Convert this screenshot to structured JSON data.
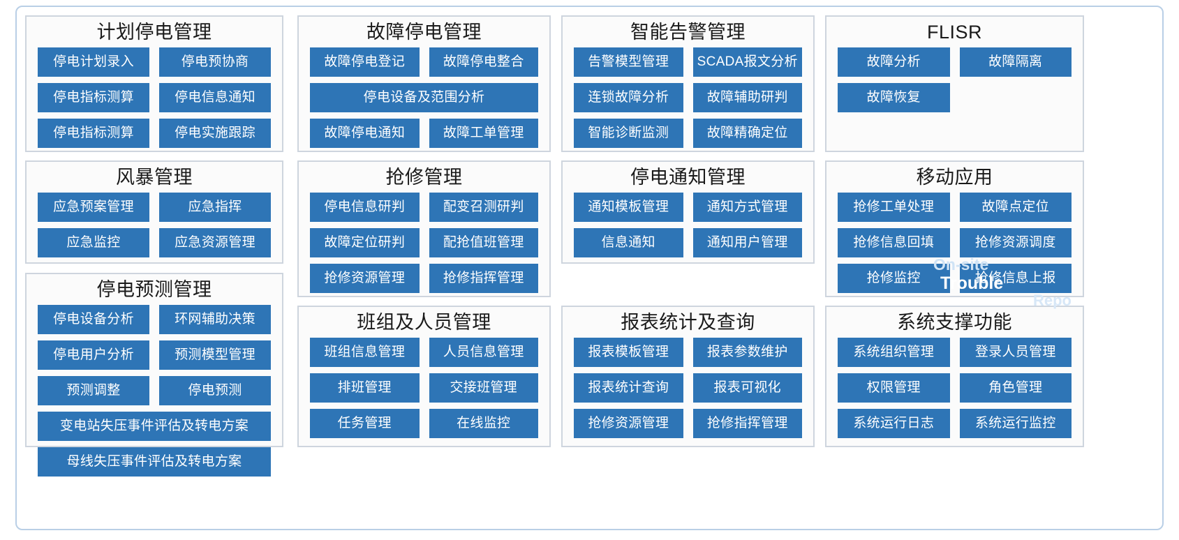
{
  "theme": {
    "frame_border": "#b9cfe6",
    "card_border": "#ced5de",
    "card_background": "#fbfbfb",
    "button_background": "#2e75b6",
    "button_text": "#ffffff",
    "title_text": "#1a1a1a"
  },
  "overlay": {
    "on_site": "On-site",
    "trouble": "Trouble",
    "report": "Repo"
  },
  "cards": {
    "planned_outage": {
      "title": "计划停电管理",
      "buttons": [
        {
          "label": "停电计划录入",
          "width": "half"
        },
        {
          "label": "停电预协商",
          "width": "half"
        },
        {
          "label": "停电指标测算",
          "width": "half"
        },
        {
          "label": "停电信息通知",
          "width": "half"
        },
        {
          "label": "停电指标测算",
          "width": "half"
        },
        {
          "label": "停电实施跟踪",
          "width": "half"
        }
      ]
    },
    "fault_outage": {
      "title": "故障停电管理",
      "buttons": [
        {
          "label": "故障停电登记",
          "width": "half"
        },
        {
          "label": "故障停电整合",
          "width": "half"
        },
        {
          "label": "停电设备及范围分析",
          "width": "full"
        },
        {
          "label": "故障停电通知",
          "width": "half"
        },
        {
          "label": "故障工单管理",
          "width": "half"
        }
      ]
    },
    "smart_alarm": {
      "title": "智能告警管理",
      "buttons": [
        {
          "label": "告警模型管理",
          "width": "half"
        },
        {
          "label": "SCADA报文分析",
          "width": "half"
        },
        {
          "label": "连锁故障分析",
          "width": "half"
        },
        {
          "label": "故障辅助研判",
          "width": "half"
        },
        {
          "label": "智能诊断监测",
          "width": "half"
        },
        {
          "label": "故障精确定位",
          "width": "half"
        }
      ]
    },
    "flisr": {
      "title": "FLISR",
      "buttons": [
        {
          "label": "故障分析",
          "width": "half"
        },
        {
          "label": "故障隔离",
          "width": "half"
        },
        {
          "label": "故障恢复",
          "width": "half"
        }
      ]
    },
    "storm": {
      "title": "风暴管理",
      "buttons": [
        {
          "label": "应急预案管理",
          "width": "half"
        },
        {
          "label": "应急指挥",
          "width": "half"
        },
        {
          "label": "应急监控",
          "width": "half"
        },
        {
          "label": "应急资源管理",
          "width": "half"
        }
      ]
    },
    "emergency_repair": {
      "title": "抢修管理",
      "buttons": [
        {
          "label": "停电信息研判",
          "width": "half"
        },
        {
          "label": "配变召测研判",
          "width": "half"
        },
        {
          "label": "故障定位研判",
          "width": "half"
        },
        {
          "label": "配抢值班管理",
          "width": "half"
        },
        {
          "label": "抢修资源管理",
          "width": "half"
        },
        {
          "label": "抢修指挥管理",
          "width": "half"
        }
      ]
    },
    "outage_notification": {
      "title": "停电通知管理",
      "buttons": [
        {
          "label": "通知模板管理",
          "width": "half"
        },
        {
          "label": "通知方式管理",
          "width": "half"
        },
        {
          "label": "信息通知",
          "width": "half"
        },
        {
          "label": "通知用户管理",
          "width": "half"
        }
      ]
    },
    "mobile_app": {
      "title": "移动应用",
      "buttons": [
        {
          "label": "抢修工单处理",
          "width": "half"
        },
        {
          "label": "故障点定位",
          "width": "half"
        },
        {
          "label": "抢修信息回填",
          "width": "half"
        },
        {
          "label": "抢修资源调度",
          "width": "half"
        },
        {
          "label": "抢修监控",
          "width": "half"
        },
        {
          "label": "抢修信息上报",
          "width": "half"
        }
      ]
    },
    "outage_forecast": {
      "title": "停电预测管理",
      "buttons": [
        {
          "label": "停电设备分析",
          "width": "half"
        },
        {
          "label": "环网辅助决策",
          "width": "half"
        },
        {
          "label": "停电用户分析",
          "width": "half"
        },
        {
          "label": "预测模型管理",
          "width": "half"
        },
        {
          "label": "预测调整",
          "width": "half"
        },
        {
          "label": "停电预测",
          "width": "half"
        },
        {
          "label": "变电站失压事件评估及转电方案",
          "width": "full"
        },
        {
          "label": "母线失压事件评估及转电方案",
          "width": "full"
        }
      ]
    },
    "team_personnel": {
      "title": "班组及人员管理",
      "buttons": [
        {
          "label": "班组信息管理",
          "width": "half"
        },
        {
          "label": "人员信息管理",
          "width": "half"
        },
        {
          "label": "排班管理",
          "width": "half"
        },
        {
          "label": "交接班管理",
          "width": "half"
        },
        {
          "label": "任务管理",
          "width": "half"
        },
        {
          "label": "在线监控",
          "width": "half"
        }
      ]
    },
    "report_query": {
      "title": "报表统计及查询",
      "buttons": [
        {
          "label": "报表模板管理",
          "width": "half"
        },
        {
          "label": "报表参数维护",
          "width": "half"
        },
        {
          "label": "报表统计查询",
          "width": "half"
        },
        {
          "label": "报表可视化",
          "width": "half"
        },
        {
          "label": "抢修资源管理",
          "width": "half"
        },
        {
          "label": "抢修指挥管理",
          "width": "half"
        }
      ]
    },
    "system_support": {
      "title": "系统支撑功能",
      "buttons": [
        {
          "label": "系统组织管理",
          "width": "half"
        },
        {
          "label": "登录人员管理",
          "width": "half"
        },
        {
          "label": "权限管理",
          "width": "half"
        },
        {
          "label": "角色管理",
          "width": "half"
        },
        {
          "label": "系统运行日志",
          "width": "half"
        },
        {
          "label": "系统运行监控",
          "width": "half"
        }
      ]
    }
  }
}
